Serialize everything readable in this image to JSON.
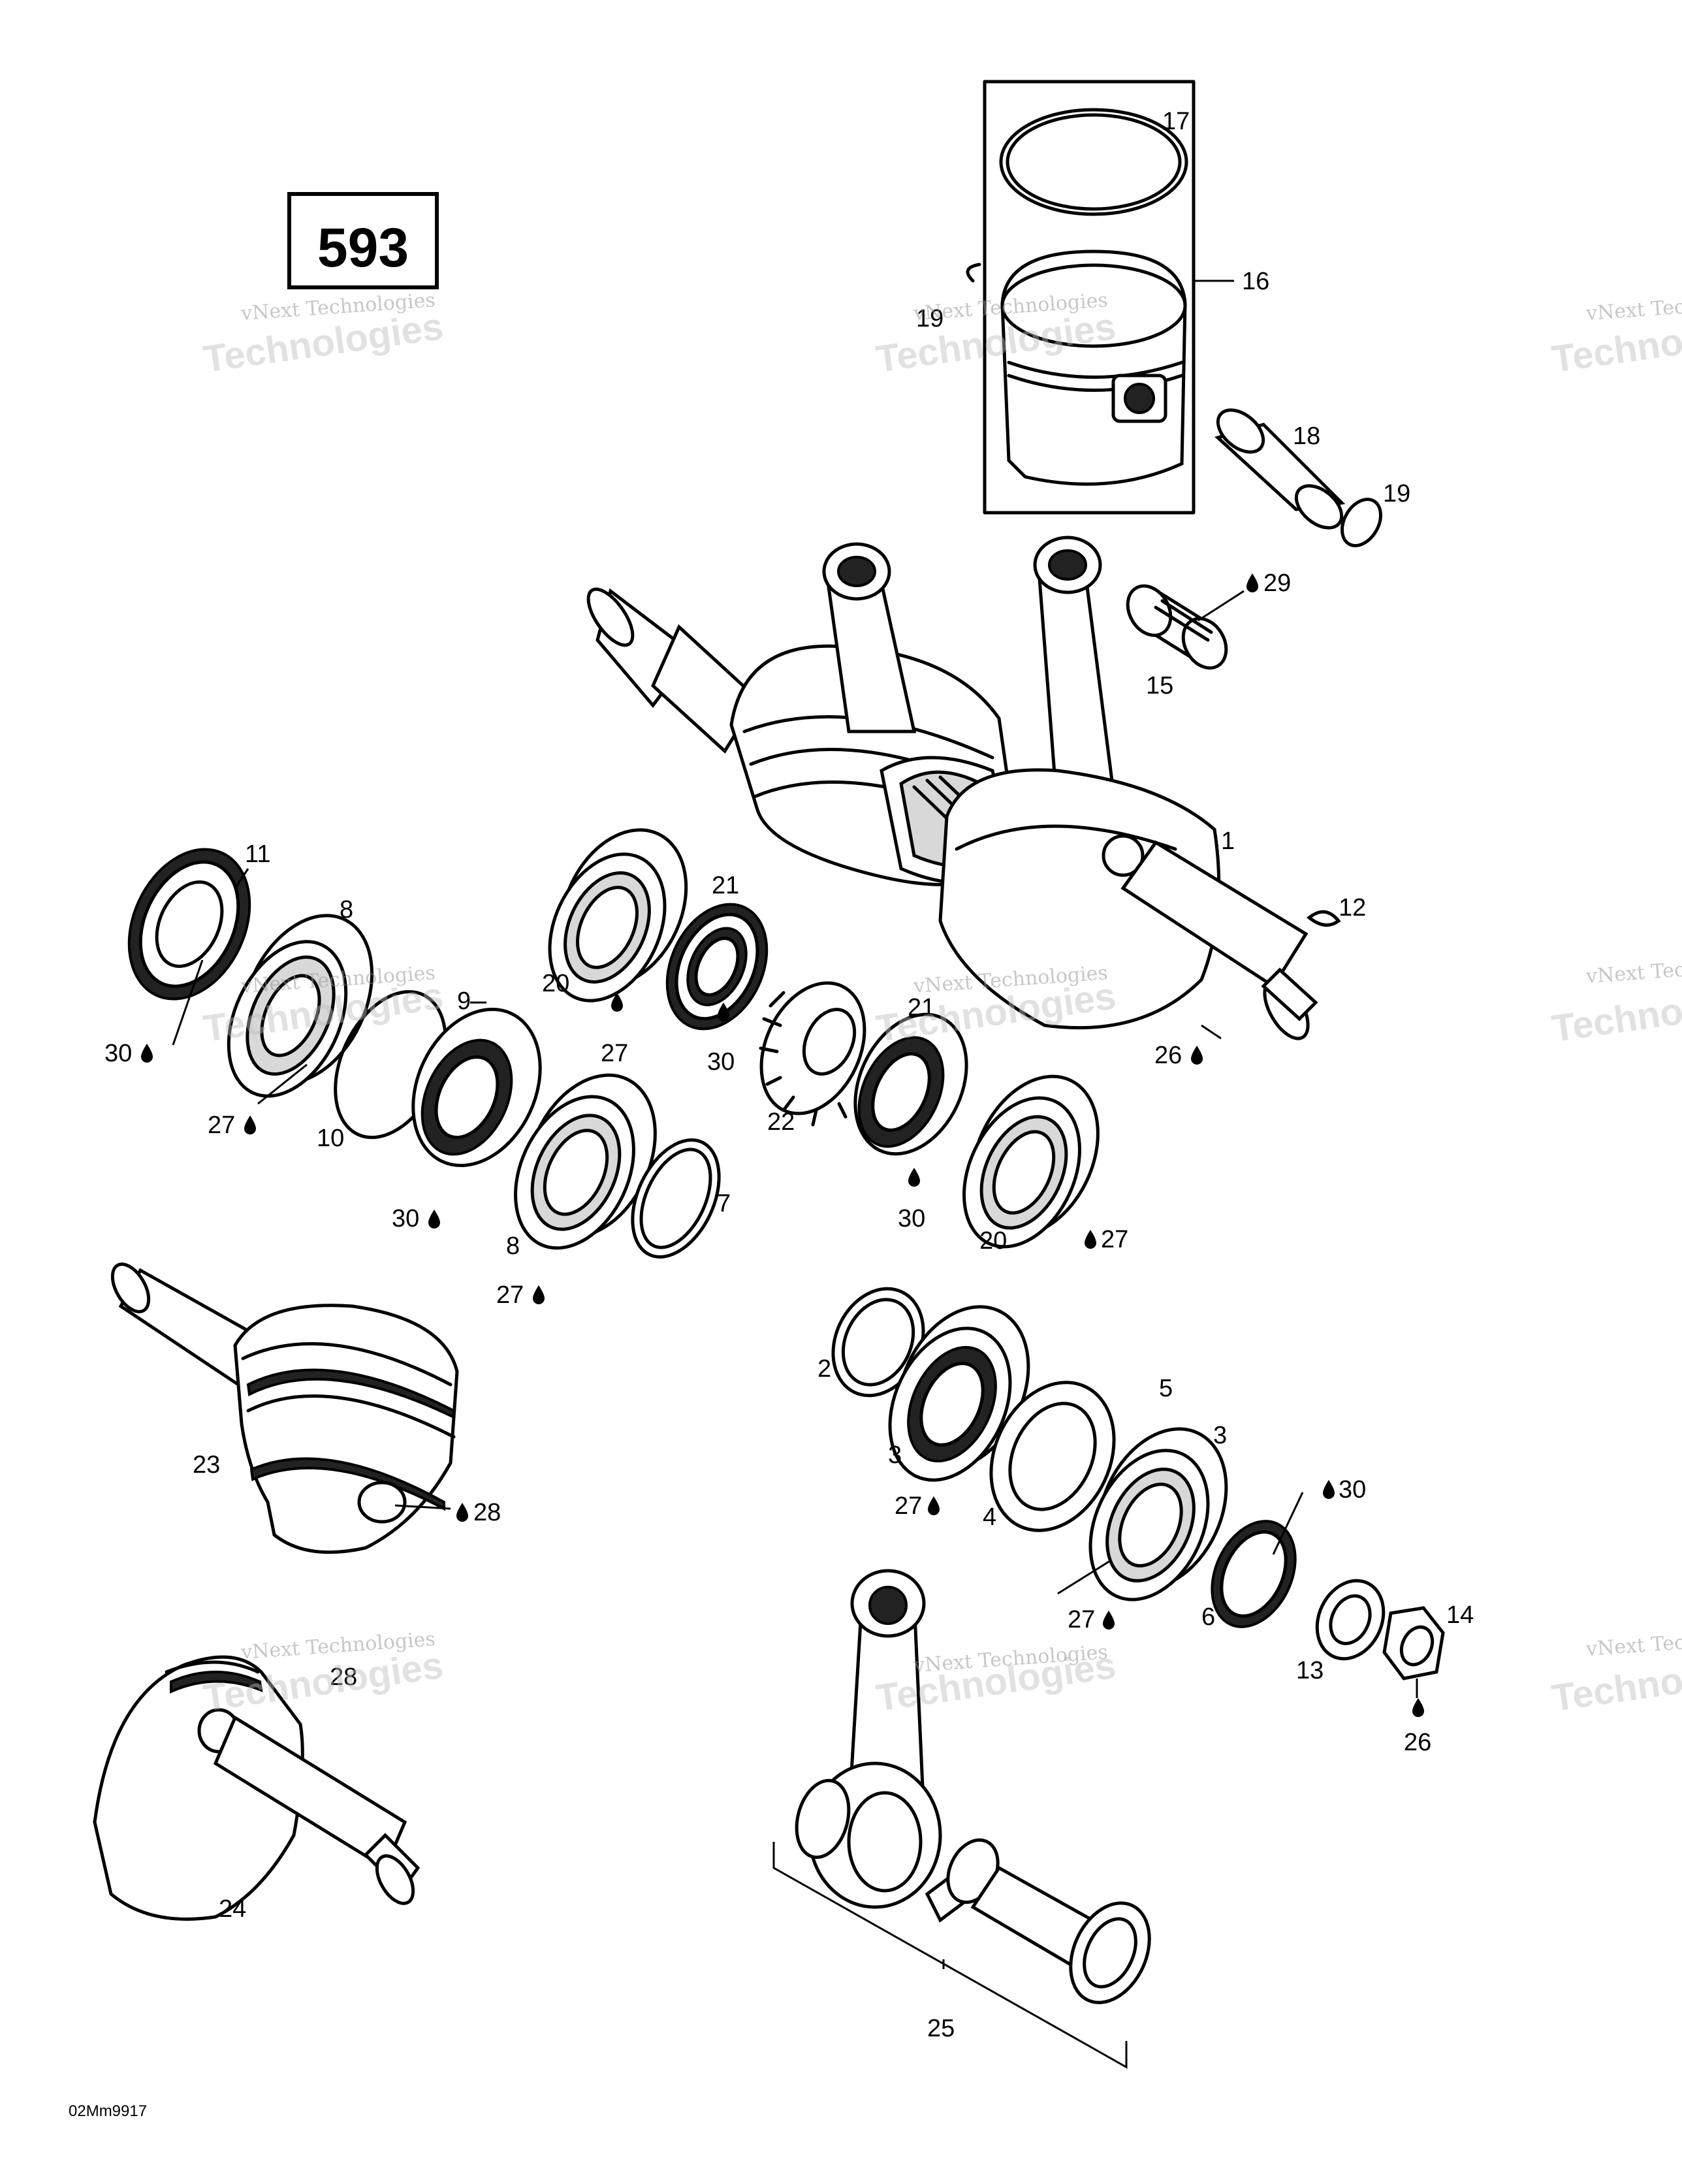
{
  "engine_code": "593",
  "figure_code": "02Mm9917",
  "watermark": {
    "line1": "vNext Technologies",
    "line2": "Technologies"
  },
  "callouts": {
    "c1": "1",
    "c2": "2",
    "c3a": "3",
    "c3b": "3",
    "c4": "4",
    "c5": "5",
    "c6": "6",
    "c7": "7",
    "c8a": "8",
    "c8b": "8",
    "c9": "9",
    "c10": "10",
    "c11": "11",
    "c12": "12",
    "c13": "13",
    "c14": "14",
    "c15": "15",
    "c16": "16",
    "c17": "17",
    "c18": "18",
    "c19a": "19",
    "c19b": "19",
    "c20a": "20",
    "c20b": "20",
    "c21a": "21",
    "c21b": "21",
    "c22": "22",
    "c23": "23",
    "c24": "24",
    "c25": "25",
    "c26a": "26",
    "c26b": "26",
    "c27a": "27",
    "c27b": "27",
    "c27c": "27",
    "c27d": "27",
    "c27e": "27",
    "c27f": "27",
    "c28": "28",
    "c28b": "28",
    "c29": "29",
    "c30a": "30",
    "c30b": "30",
    "c30c": "30",
    "c30d": "30",
    "c30e": "30"
  },
  "icons": {
    "lubricant": "oil-drop-icon"
  }
}
